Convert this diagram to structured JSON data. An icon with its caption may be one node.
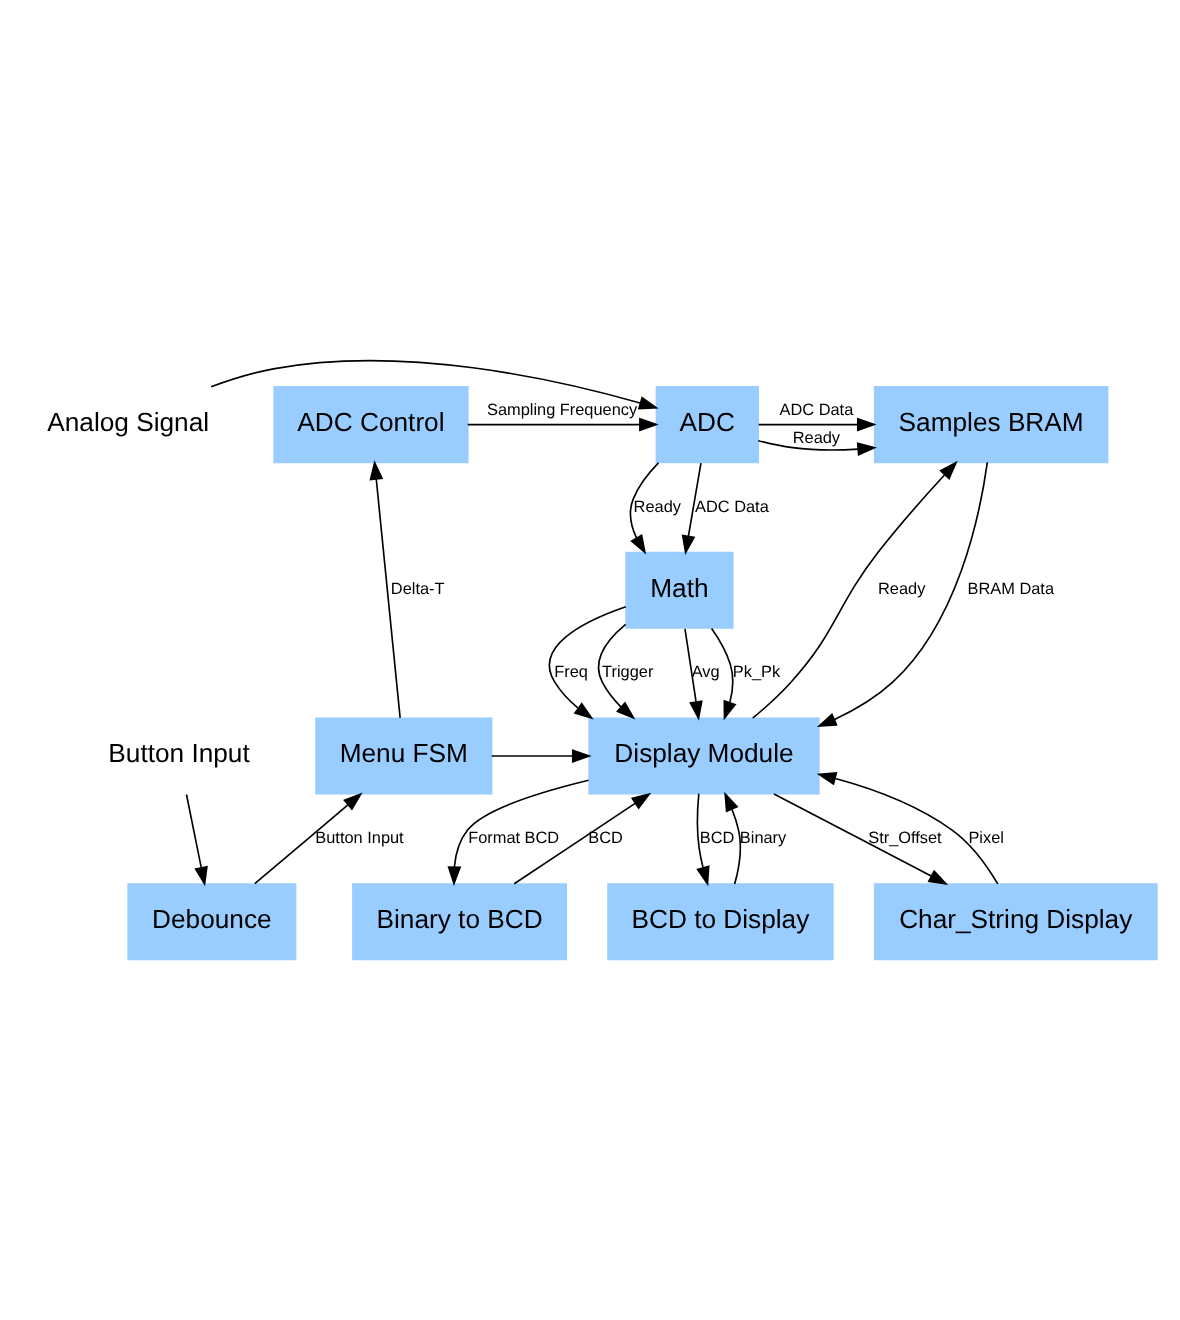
{
  "diagram": {
    "nodes": [
      {
        "text": [
          "Analog Signal"
        ]
      },
      {
        "text": [
          "ADC"
        ]
      },
      {
        "text": [
          "Samples BRAM"
        ]
      },
      {
        "text": [
          "ADC Control"
        ]
      },
      {
        "text": [
          "Math"
        ]
      },
      {
        "text": [
          "Menu FSM"
        ]
      },
      {
        "text": [
          "Display Module"
        ]
      },
      {
        "text": [
          "Debounce"
        ]
      },
      {
        "text": [
          "Char_String Display"
        ]
      },
      {
        "text": [
          "Binary to BCD"
        ]
      },
      {
        "text": [
          "BCD to Display"
        ]
      },
      {
        "text": [
          "Button Input"
        ]
      }
    ],
    "edges": [
      {
        "from": 0,
        "to": 1,
        "arrow": "to"
      },
      {
        "from": 3,
        "to": 1,
        "arrow": "to",
        "label": "Sampling Frequency"
      },
      {
        "from": 1,
        "to": 2,
        "arrow": "to",
        "label": "ADC Data"
      },
      {
        "from": 1,
        "to": 2,
        "arrow": "to",
        "label": "Ready"
      },
      {
        "from": 1,
        "to": 4,
        "arrow": "to",
        "label": "ADC Data"
      },
      {
        "from": 1,
        "to": 4,
        "arrow": "to",
        "label": "Ready"
      },
      {
        "from": 2,
        "to": 6,
        "arrow": "to",
        "label": "BRAM Data"
      },
      {
        "from": 6,
        "to": 2,
        "arrow": "to",
        "label": "Ready"
      },
      {
        "from": 4,
        "to": 6,
        "arrow": "to",
        "label": "Trigger"
      },
      {
        "from": 4,
        "to": 6,
        "arrow": "to",
        "label": "Avg"
      },
      {
        "from": 4,
        "to": 6,
        "arrow": "to",
        "label": "Pk_Pk"
      },
      {
        "from": 4,
        "to": 6,
        "arrow": "to",
        "label": "Freq"
      },
      {
        "from": 5,
        "to": 3,
        "arrow": "to",
        "label": "Delta-T"
      },
      {
        "from": 5,
        "to": 6,
        "arrow": "to"
      },
      {
        "from": 7,
        "to": 5,
        "arrow": "to",
        "label": "Button Input"
      },
      {
        "from": 6,
        "to": 8,
        "arrow": "to",
        "label": "Str_Offset"
      },
      {
        "from": 8,
        "to": 6,
        "arrow": "to",
        "label": "Pixel"
      },
      {
        "from": 6,
        "to": 9,
        "arrow": "to",
        "label": "Format BCD"
      },
      {
        "from": 9,
        "to": 6,
        "arrow": "to",
        "label": "BCD"
      },
      {
        "from": 6,
        "to": 10,
        "arrow": "to",
        "label": "BCD"
      },
      {
        "from": 10,
        "to": 6,
        "arrow": "to",
        "label": "Binary"
      },
      {
        "from": 11,
        "to": 7,
        "arrow": "to"
      }
    ]
  }
}
